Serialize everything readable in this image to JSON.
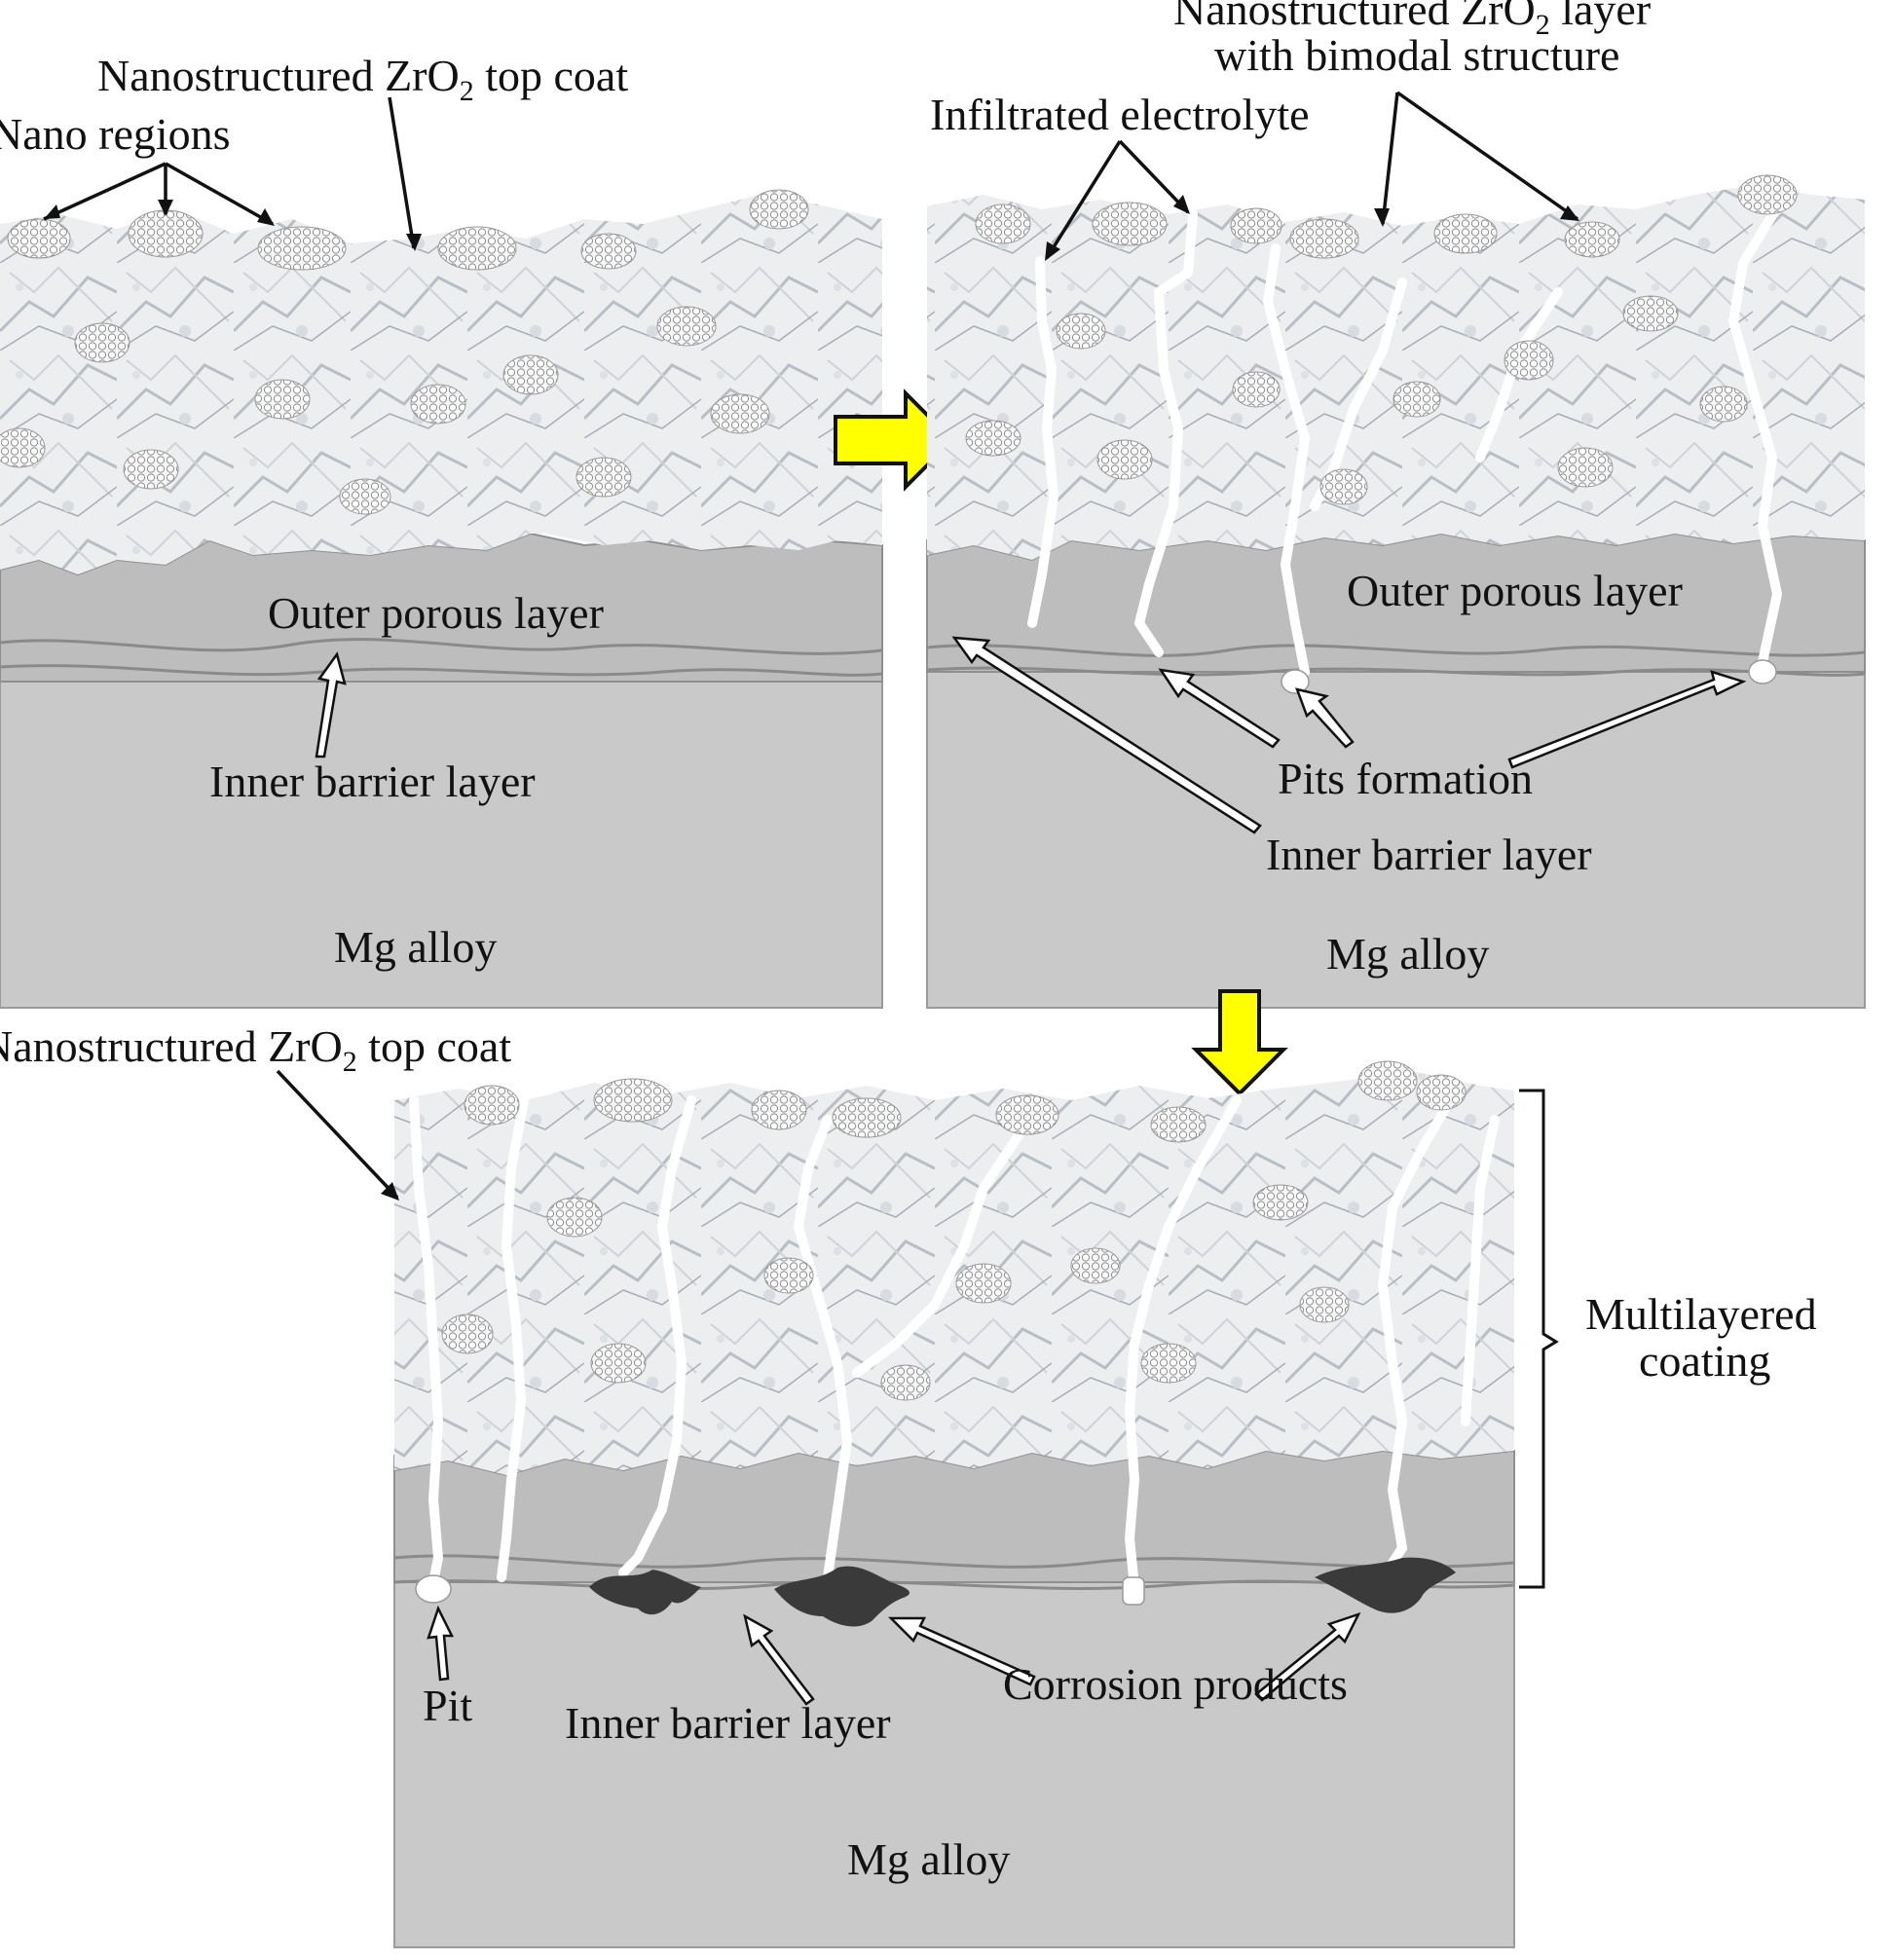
{
  "panels": {
    "top_left": {
      "top_coat": "Nanostructured ZrO",
      "top_coat_sub": "2",
      "top_coat_tail": " top coat",
      "nano_regions": "Nano regions",
      "outer_porous": "Outer porous layer",
      "inner_barrier": "Inner barrier layer",
      "substrate": "Mg alloy"
    },
    "top_right": {
      "bimodal_line1_a": "Nanostructured ZrO",
      "bimodal_line1_sub": "2",
      "bimodal_line1_b": " layer",
      "bimodal_line2": "with bimodal structure",
      "infiltrated": "Infiltrated electrolyte",
      "outer_porous": "Outer porous layer",
      "pits": "Pits formation",
      "inner_barrier": "Inner barrier layer",
      "substrate": "Mg alloy"
    },
    "bottom": {
      "top_coat": "Nanostructured ZrO",
      "top_coat_sub": "2",
      "top_coat_tail": " top coat",
      "multilayered_1": "Multilayered",
      "multilayered_2": "coating",
      "pit": "Pit",
      "inner_barrier": "Inner barrier layer",
      "corrosion": "Corrosion products",
      "substrate": "Mg alloy"
    }
  },
  "colors": {
    "arrow_fill": "#ffff00",
    "substrate": "#c9c9c9",
    "outer_layer": "#bdbdbd",
    "corrosion": "#3a3a3a"
  }
}
